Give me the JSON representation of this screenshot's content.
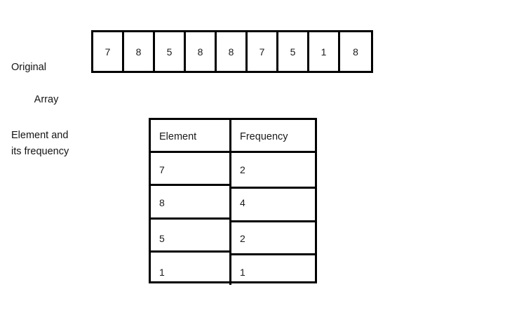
{
  "diagram": {
    "labels": {
      "original_array_line1": "Original",
      "original_array_line2": "Array",
      "element_frequency": "Element and\nits frequency"
    },
    "original_array": {
      "values": [
        "7",
        "8",
        "5",
        "8",
        "8",
        "7",
        "5",
        "1",
        "8"
      ]
    },
    "frequency_table": {
      "headers": [
        "Element",
        "Frequency"
      ],
      "rows": [
        {
          "element": "7",
          "frequency": "2"
        },
        {
          "element": "8",
          "frequency": "4"
        },
        {
          "element": "5",
          "frequency": "2"
        },
        {
          "element": "1",
          "frequency": "1"
        }
      ]
    },
    "colors": {
      "stroke": "#000000",
      "text": "#1a1a1a",
      "background": "#ffffff"
    }
  }
}
